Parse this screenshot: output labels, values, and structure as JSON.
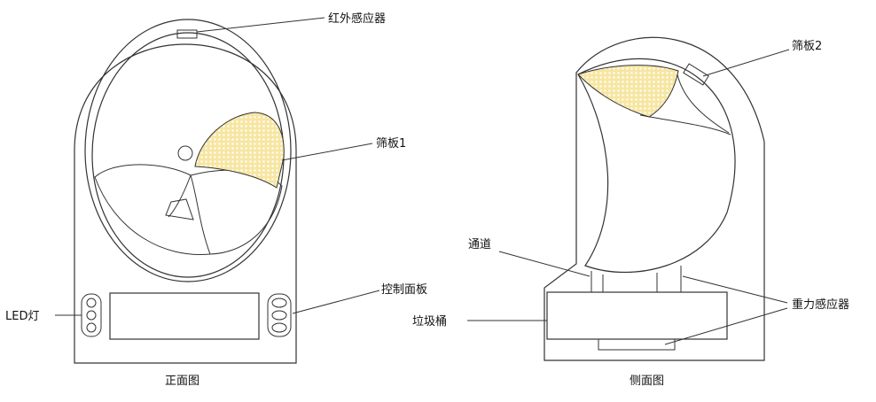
{
  "labels": {
    "infrared_sensor": "红外感应器",
    "sieve_1": "筛板1",
    "control_panel": "控制面板",
    "led_light": "LED灯",
    "front_view": "正面图",
    "sieve_2": "筛板2",
    "channel": "通道",
    "trash_bin": "垃圾桶",
    "gravity_sensor": "重力感应器",
    "side_view": "侧面图"
  },
  "colors": {
    "line": "#333333",
    "mesh_fill": "#f7e6a2",
    "mesh_dot": "#ffffff"
  }
}
